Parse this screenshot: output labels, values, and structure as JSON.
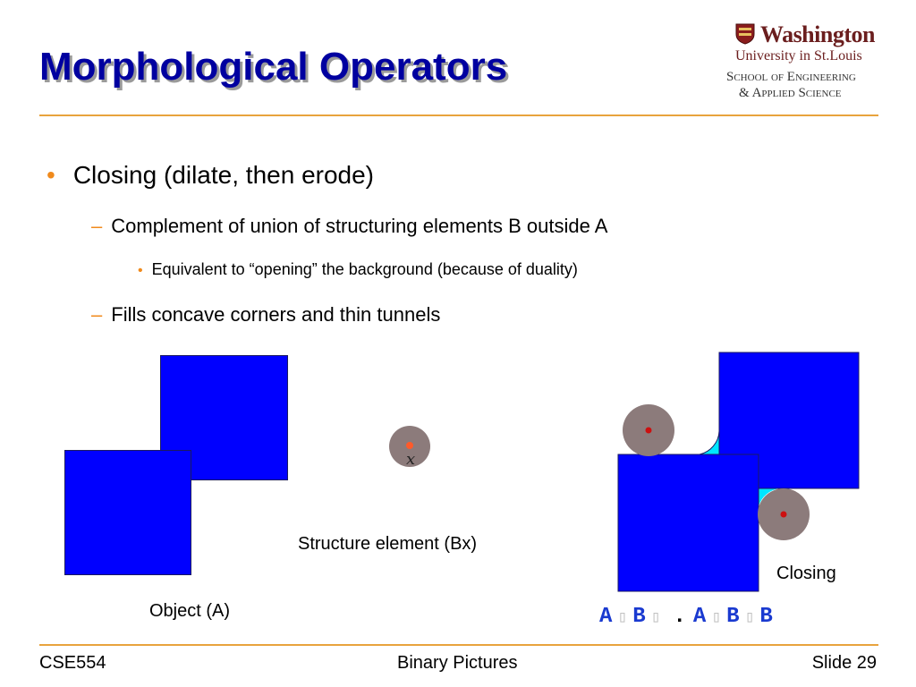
{
  "title": "Morphological Operators",
  "logo": {
    "line1": "Washington",
    "line2": "University in St.Louis",
    "line3": "School of Engineering",
    "line4": "& Applied Science"
  },
  "bullets": {
    "level1": "Closing (dilate, then erode)",
    "level2a": "Complement of union of structuring elements B outside A",
    "level3": "Equivalent to “opening” the background (because of duality)",
    "level2b": "Fills concave corners and thin tunnels",
    "marks": {
      "l1": "•",
      "l2": "–",
      "l3": "•"
    }
  },
  "figures": {
    "object_caption": "Object (A)",
    "structure_caption": "Structure element (Bx)",
    "structure_origin_label": "x",
    "closing_caption": "Closing",
    "formula": {
      "a1": "A",
      "b1": "B",
      "a2": "A",
      "b2": "B",
      "b3": "B",
      "sep": "."
    }
  },
  "footer": {
    "left": "CSE554",
    "center": "Binary Pictures",
    "right": "Slide 29"
  },
  "colors": {
    "title": "#0000a0",
    "accent": "#e8a33d",
    "bullet": "#f08a1c",
    "shape_fill": "#0000ff",
    "fill_added": "#00e5ff",
    "disc": "#8c7b7b",
    "origin": "#d02020",
    "formula": "#1a3ad0"
  }
}
